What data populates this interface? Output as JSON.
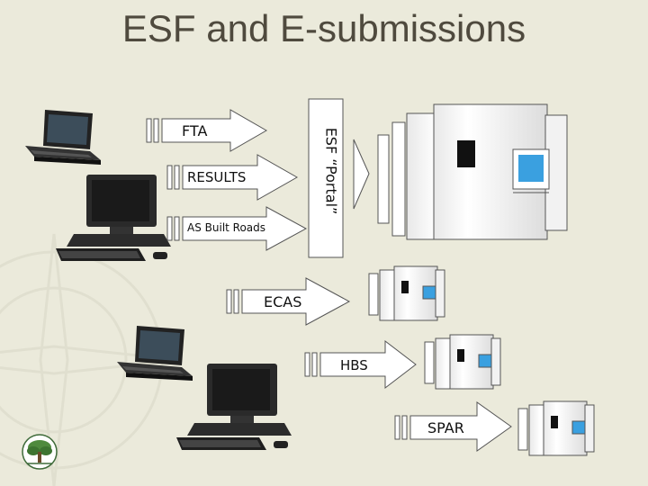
{
  "title": "ESF and E-submissions",
  "portal_label": "ESF “Portal”",
  "arrows": {
    "fta": "FTA",
    "results": "RESULTS",
    "as_built": "AS Built Roads",
    "ecas": "ECAS",
    "hbs": "HBS",
    "spar": "SPAR"
  },
  "colors": {
    "background": "#ebeadb",
    "title": "#4f4a3e",
    "arrow_fill": "#ffffff",
    "server_fill": "#ffffff",
    "screen": "#3aa0e0"
  },
  "icons": [
    "laptop-icon",
    "desktop-computer-icon",
    "server-icon",
    "tree-logo-icon"
  ]
}
